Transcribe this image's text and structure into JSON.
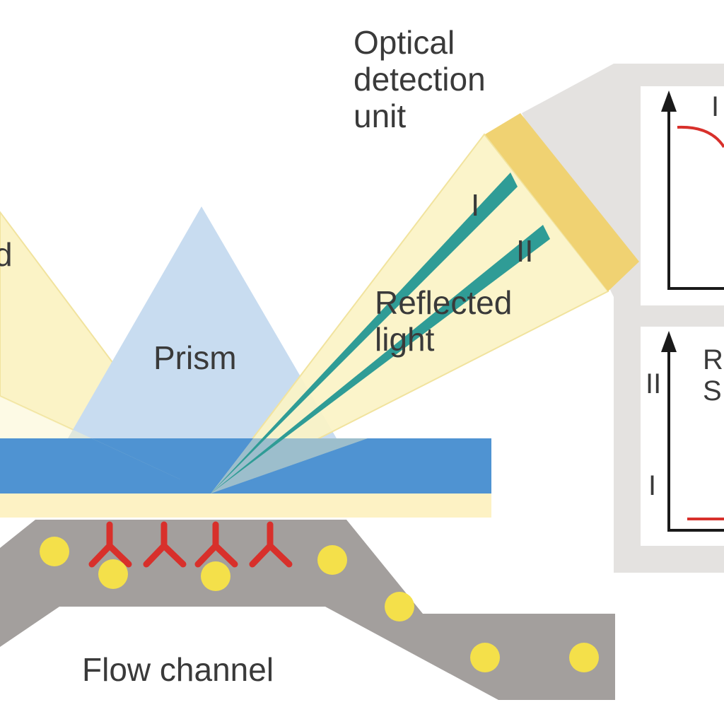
{
  "labels": {
    "incident_fragment": "d",
    "prism": "Prism",
    "optical_line1": "Optical",
    "optical_line2": "detection",
    "optical_line3": "unit",
    "beam_1": "I",
    "beam_2": "II",
    "reflected_line1": "Reflected",
    "reflected_line2": "light",
    "flow_channel": "Flow channel",
    "graph_top_label": "I",
    "graph_bottom_label1": "R",
    "graph_bottom_label2": "S",
    "graph_bottom_tick_upper": "II",
    "graph_bottom_tick_lower": "I"
  },
  "colors": {
    "light_cone": "#fbf3c6",
    "prism": "#c8dcf0",
    "glass": "#4f93d2",
    "gold_film": "#fdf2c4",
    "channel": "#a39f9d",
    "particle": "#f4e04a",
    "antibody": "#d8302b",
    "beam": "#2f9c96",
    "detector": "#f0d272",
    "panel": "#e4e2e0",
    "curve": "#d8302b"
  }
}
